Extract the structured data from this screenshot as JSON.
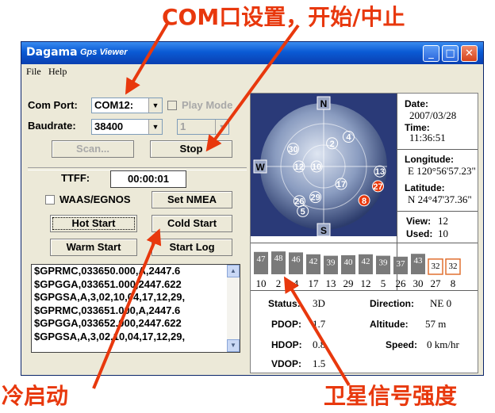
{
  "annotations": {
    "com_settings": "COM口设置，开始/中止",
    "cold_start": "冷启动",
    "signal": "卫星信号强度"
  },
  "colors": {
    "annotation": "#e8380d",
    "titlebar": "#0a5ad4",
    "bar": "#7a7a7a",
    "bar_hollow": "#e07030"
  },
  "window": {
    "title_app": "Dagama",
    "title_sub": "Gps Viewer",
    "min_glyph": "_",
    "max_glyph": "□",
    "close_glyph": "✕"
  },
  "menu": {
    "file": "File",
    "help": "Help"
  },
  "controls": {
    "com_port_label": "Com Port:",
    "com_port_value": "COM12:",
    "play_mode_label": "Play Mode",
    "baudrate_label": "Baudrate:",
    "baudrate_value": "38400",
    "play_index_value": "1",
    "scan_label": "Scan...",
    "stop_label": "Stop",
    "ttff_label": "TTFF:",
    "ttff_value": "00:00:01",
    "waas_label": "WAAS/EGNOS",
    "set_nmea_label": "Set NMEA",
    "hot_start_label": "Hot Start",
    "cold_start_label": "Cold Start",
    "warm_start_label": "Warm Start",
    "start_log_label": "Start Log"
  },
  "nmea_lines": [
    "$GPRMC,033650.000,A,2447.6",
    "$GPGGA,033651.000,2447.622",
    "$GPGSA,A,3,02,10,04,17,12,29,",
    "$GPRMC,033651.000,A,2447.6",
    "$GPGGA,033652.000,2447.622",
    "$GPGSA,A,3,02,10,04,17,12,29,"
  ],
  "info": {
    "date_label": "Date:",
    "date_value": "2007/03/28",
    "time_label": "Time:",
    "time_value": "11:36:51",
    "longitude_label": "Longitude:",
    "longitude_value": "E 120°56'57.23\"",
    "latitude_label": "Latitude:",
    "latitude_value": "N 24°47'37.36\"",
    "view_label": "View:",
    "view_value": "12",
    "used_label": "Used:",
    "used_value": "10"
  },
  "sky": {
    "compass": {
      "n": "N",
      "s": "S",
      "w": "W"
    },
    "satellites": [
      {
        "id": "2",
        "az": 20,
        "el": 55,
        "color": "#ffffff"
      },
      {
        "id": "30",
        "az": 300,
        "el": 40,
        "color": "#ffffff"
      },
      {
        "id": "12",
        "az": 270,
        "el": 55,
        "color": "#ffffff"
      },
      {
        "id": "10",
        "az": 270,
        "el": 80,
        "color": "#ffffff"
      },
      {
        "id": "4",
        "az": 40,
        "el": 35,
        "color": "#ffffff"
      },
      {
        "id": "13",
        "az": 95,
        "el": 10,
        "color": "#ffffff"
      },
      {
        "id": "27",
        "az": 110,
        "el": 8,
        "color": "#e8380d"
      },
      {
        "id": "8",
        "az": 130,
        "el": 15,
        "color": "#e8380d"
      },
      {
        "id": "17",
        "az": 135,
        "el": 55,
        "color": "#ffffff"
      },
      {
        "id": "29",
        "az": 195,
        "el": 45,
        "color": "#ffffff"
      },
      {
        "id": "26",
        "az": 215,
        "el": 30,
        "color": "#ffffff"
      },
      {
        "id": "5",
        "az": 205,
        "el": 20,
        "color": "#ffffff"
      }
    ]
  },
  "chart_data": {
    "type": "bar",
    "categories": [
      "10",
      "2",
      "4",
      "17",
      "13",
      "29",
      "12",
      "5",
      "26",
      "30",
      "27",
      "8"
    ],
    "values": [
      47,
      48,
      46,
      42,
      39,
      40,
      42,
      39,
      37,
      43,
      32,
      32
    ],
    "used": [
      true,
      true,
      true,
      true,
      true,
      true,
      true,
      true,
      true,
      true,
      false,
      false
    ],
    "ylim": [
      0,
      60
    ]
  },
  "status": {
    "status_label": "Status:",
    "status_value": "3D",
    "direction_label": "Direction:",
    "direction_value": "NE 0",
    "pdop_label": "PDOP:",
    "pdop_value": "1.7",
    "altitude_label": "Altitude:",
    "altitude_value": "57 m",
    "hdop_label": "HDOP:",
    "hdop_value": "0.8",
    "speed_label": "Speed:",
    "speed_value": "0 km/hr",
    "vdop_label": "VDOP:",
    "vdop_value": "1.5"
  }
}
